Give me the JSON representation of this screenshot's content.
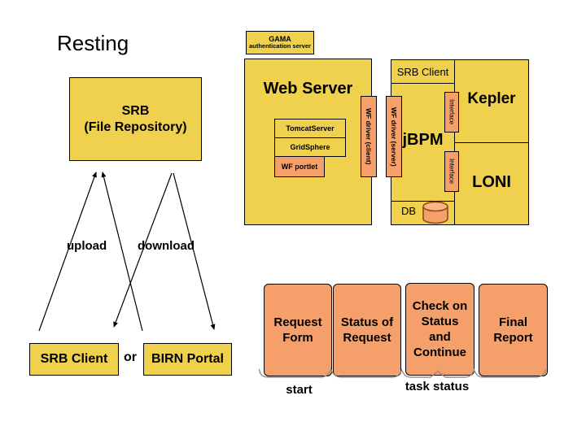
{
  "title": "Resting",
  "colors": {
    "box_yellow": "#EFD14E",
    "box_orange": "#F5A06A",
    "border": "#000000",
    "brace_gray": "#8f8f8f"
  },
  "gama": {
    "title": "GAMA",
    "subtitle": "authentication server"
  },
  "web_server": {
    "title": "Web Server",
    "components": [
      "TomcatServer",
      "GridSphere",
      "WF portlet"
    ]
  },
  "drivers": {
    "client": "WF driver (client)",
    "server": "WF driver (server)"
  },
  "workflow": {
    "srb_client": "SRB Client",
    "jbpm": "jBPM",
    "kepler": "Kepler",
    "loni": "LONI",
    "db": "DB",
    "interface_top": "Interface",
    "interface_bottom": "Interface"
  },
  "repository": {
    "title": "SRB",
    "subtitle": "(File Repository)"
  },
  "transfer": {
    "upload": "upload",
    "download": "download"
  },
  "clients": {
    "srb_client": "SRB Client",
    "or": "or",
    "birn_portal": "BIRN Portal"
  },
  "process_boxes": [
    {
      "label": "Request\nForm"
    },
    {
      "label": "Status of\nRequest"
    },
    {
      "label": "Check on\nStatus\nand\nContinue"
    },
    {
      "label": "Final\nReport"
    }
  ],
  "process_labels": {
    "start": "start",
    "task_status": "task status"
  }
}
